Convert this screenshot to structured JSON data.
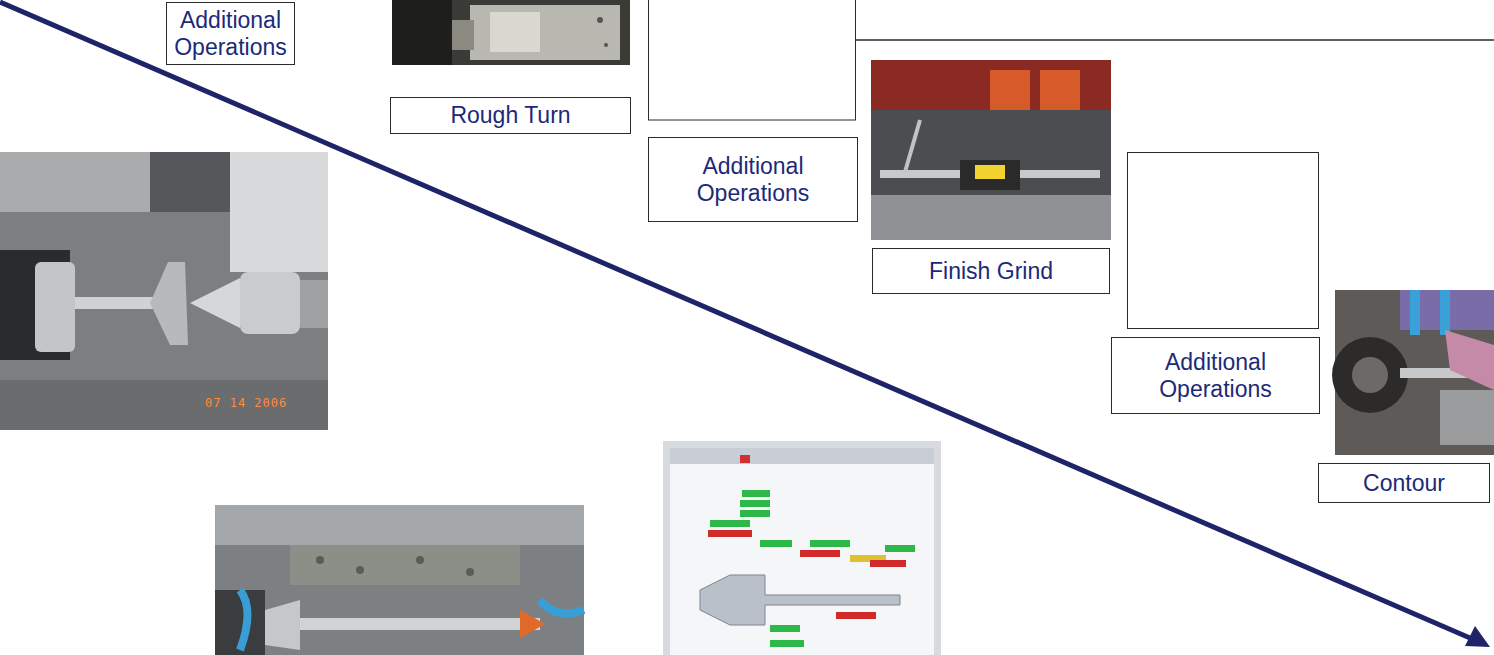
{
  "diagram": {
    "nodes": [
      {
        "text": [
          "Additional Operations"
        ]
      },
      {
        "text": [
          "Rough Turn"
        ]
      },
      {
        "text": [
          "Additional Operations"
        ]
      },
      {
        "text": [
          "Finish Grind"
        ]
      },
      {
        "text": [
          "Additional Operations"
        ]
      },
      {
        "text": [
          "Contour"
        ]
      }
    ],
    "labels": [
      "07 14 2006"
    ]
  }
}
